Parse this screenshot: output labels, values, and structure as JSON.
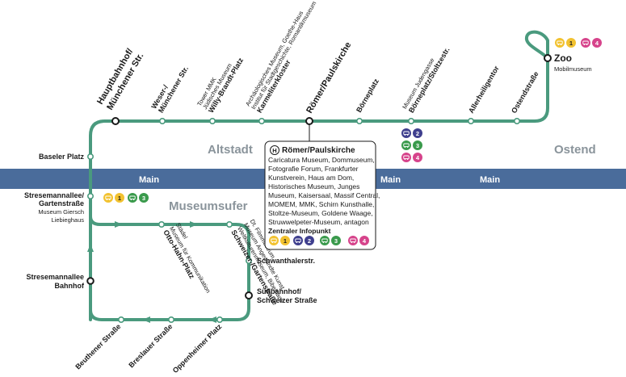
{
  "map": {
    "colors": {
      "route": "#4a9a7e",
      "river": "#4a6c9b",
      "district_text": "#8a949b",
      "badge_yellow": "#f2c230",
      "badge_blue": "#3f3f8e",
      "badge_green": "#3a9a4c",
      "badge_pink": "#d6438b",
      "badge_bus": "#4a9a7e"
    },
    "river": {
      "label_left": "Main",
      "label_mid": "Main",
      "label_right": "Main"
    },
    "districts": {
      "altstadt": "Altstadt",
      "ostend": "Ostend",
      "museumsufer": "Museumsufer"
    },
    "stops": {
      "hauptbahnhof": {
        "line1": "Hauptbahnhof/",
        "line2": "Münchener Str."
      },
      "weser": {
        "line1": "Weser-/",
        "line2": "Münchener Str."
      },
      "willy": {
        "sub1": "Tower MMK",
        "sub2": "Jüdisches Museum",
        "name": "Willy-Brandt-Platz"
      },
      "karmeliter": {
        "sub1": "Archäologisches Museum, Goethe-Haus",
        "sub2": "Institut für Stadtgeschichte, Romantikmuseum",
        "name": "Karmeliterkloster"
      },
      "roemer": {
        "line1": "Römer/Paulskirche"
      },
      "boerne": {
        "name": "Börneplatz"
      },
      "stoltze": {
        "sub1": "Museum Judengasse",
        "name": "Börneplatz/Stoltzestr."
      },
      "allerheiligen": {
        "name": "Allerheiligentor"
      },
      "ostend": {
        "name": "Ostendstraße"
      },
      "zoo": {
        "name": "Zoo",
        "sub": "Mobilmuseum"
      },
      "baseler": {
        "name": "Baseler Platz"
      },
      "stresemann_garten": {
        "line1": "Stresemannallee/",
        "line2": "Gartenstraße",
        "sub1": "Museum Giersch",
        "sub2": "Liebieghaus"
      },
      "otto": {
        "name": "Otto-Hahn-Platz",
        "sub1": "Museum für Kommunikation",
        "sub2": "Städel"
      },
      "schweizer_garten": {
        "name": "Schweizer-/Gartenstraße",
        "sub1": "Weltkulturenmuseum, Bibelhaus",
        "sub2": "Museum Angewandte Kunst",
        "sub3": "Dt. Filmmuseum"
      },
      "schwanthaler": {
        "name": "Schwanthalerstr."
      },
      "suedbahnhof": {
        "line1": "Südbahnhof/",
        "line2": "Schweizer Straße"
      },
      "stresemann_bahnhof": {
        "line1": "Stresemannallee",
        "line2": "Bahnhof"
      },
      "beuthener": {
        "name": "Beuthener Straße"
      },
      "breslauer": {
        "name": "Breslauer Straße"
      },
      "oppenheimer": {
        "name": "Oppenheimer Platz"
      }
    },
    "popup": {
      "icon": "H",
      "title": "Römer/Paulskirche",
      "lines": [
        "Caricatura Museum, Dommuseum,",
        "Fotografie Forum, Frankfurter",
        "Kunstverein, Haus am Dom,",
        "Historisches Museum, Junges",
        "Museum, Kaisersaal, Massif Central,",
        "MOMEM, MMK, Schirn Kunsthalle,",
        "Stoltze-Museum, Goldene Waage,",
        "Struwwelpeter-Museum, antagon"
      ],
      "footer": "Zentraler Infopunkt"
    },
    "badges": {
      "n1": "1",
      "n2": "2",
      "n3": "3",
      "n4": "4"
    }
  }
}
